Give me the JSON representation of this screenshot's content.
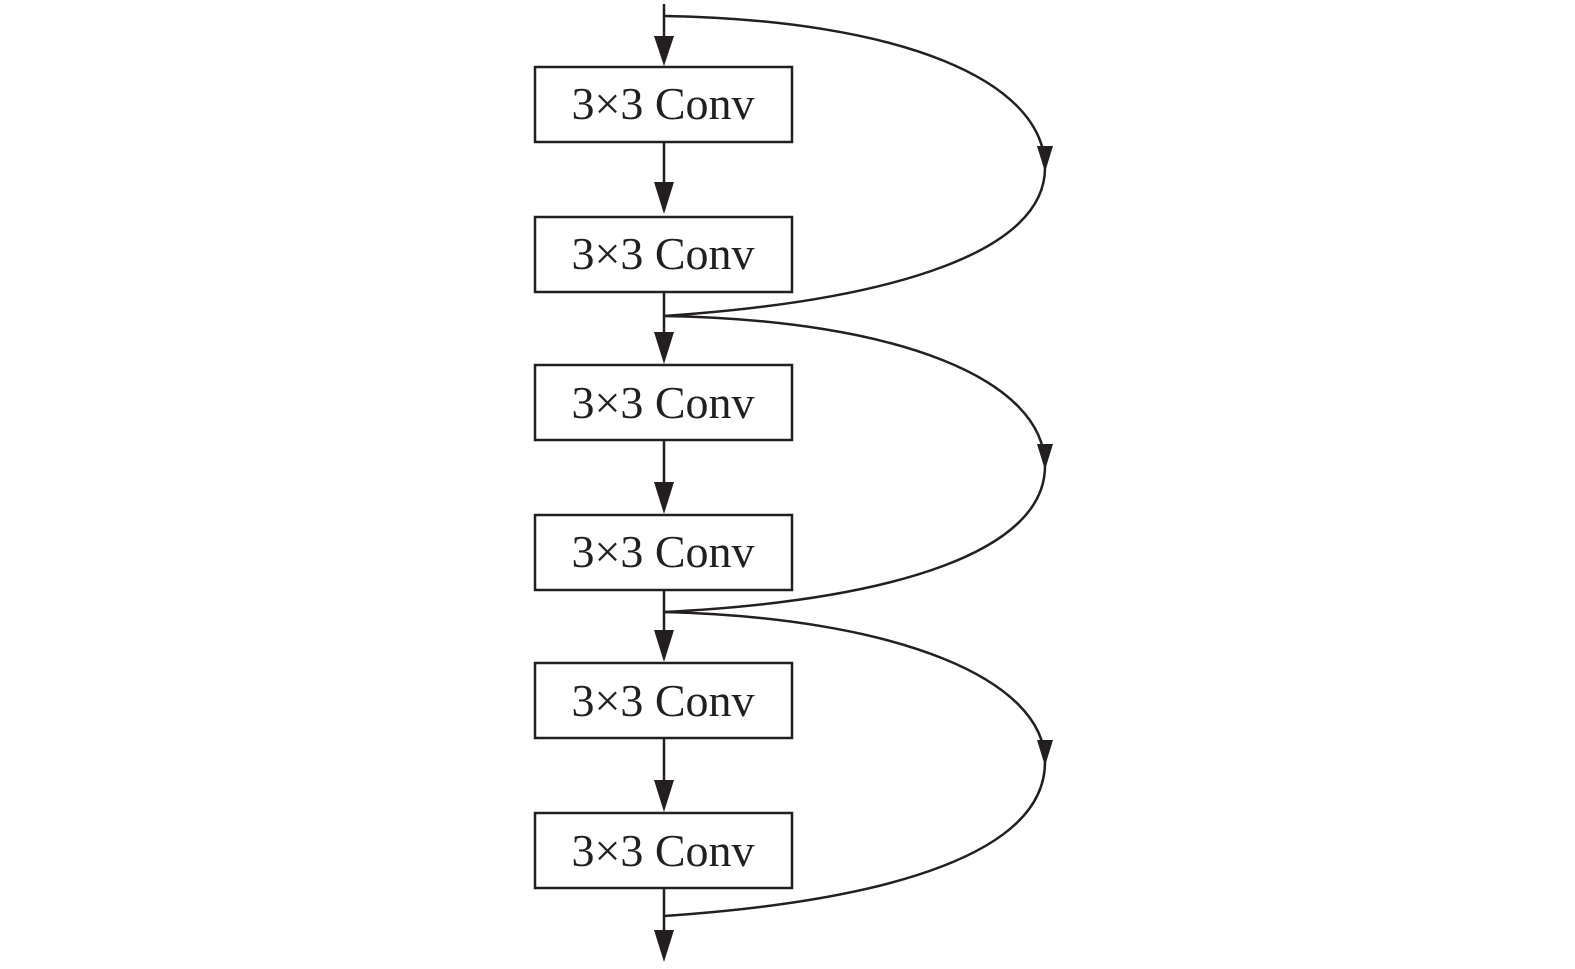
{
  "diagram": {
    "colors": {
      "stroke": "#231f20",
      "box_fill": "#ffffff",
      "background": "#ffffff"
    },
    "blocks": [
      {
        "label": "3×3 Conv"
      },
      {
        "label": "3×3 Conv"
      },
      {
        "label": "3×3 Conv"
      },
      {
        "label": "3×3 Conv"
      },
      {
        "label": "3×3 Conv"
      },
      {
        "label": "3×3 Conv"
      }
    ],
    "skip_connections": 3
  }
}
